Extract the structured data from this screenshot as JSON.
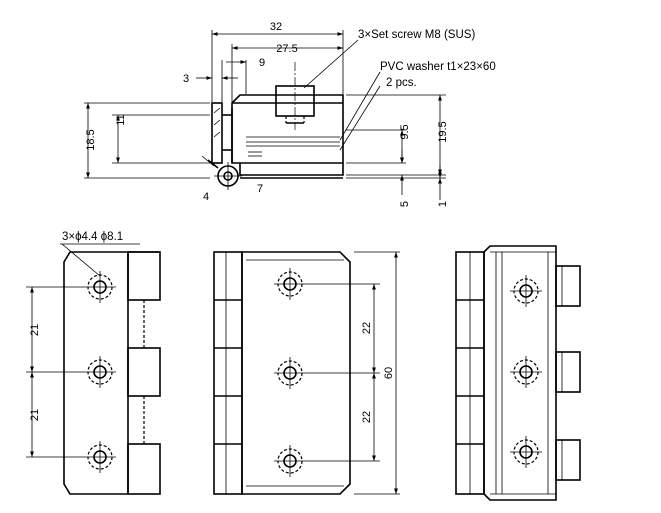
{
  "notes": {
    "set_screw": "3×Set screw M8 (SUS)",
    "washer": "PVC washer t1×23×60",
    "washer_qty": "2 pcs.",
    "holes": "3×ϕ4.4 ϕ8.1"
  },
  "dims": {
    "d32": "32",
    "d27_5": "27.5",
    "d9": "9",
    "d3": "3",
    "d18_5": "18.5",
    "d11": "11",
    "d9_5": "9.5",
    "d19_5": "19.5",
    "d4": "4",
    "d7": "7",
    "d5": "5",
    "d1": "1",
    "d21_top": "21",
    "d21_bottom": "21",
    "d22_top": "22",
    "d22_bottom": "22",
    "d60": "60"
  }
}
